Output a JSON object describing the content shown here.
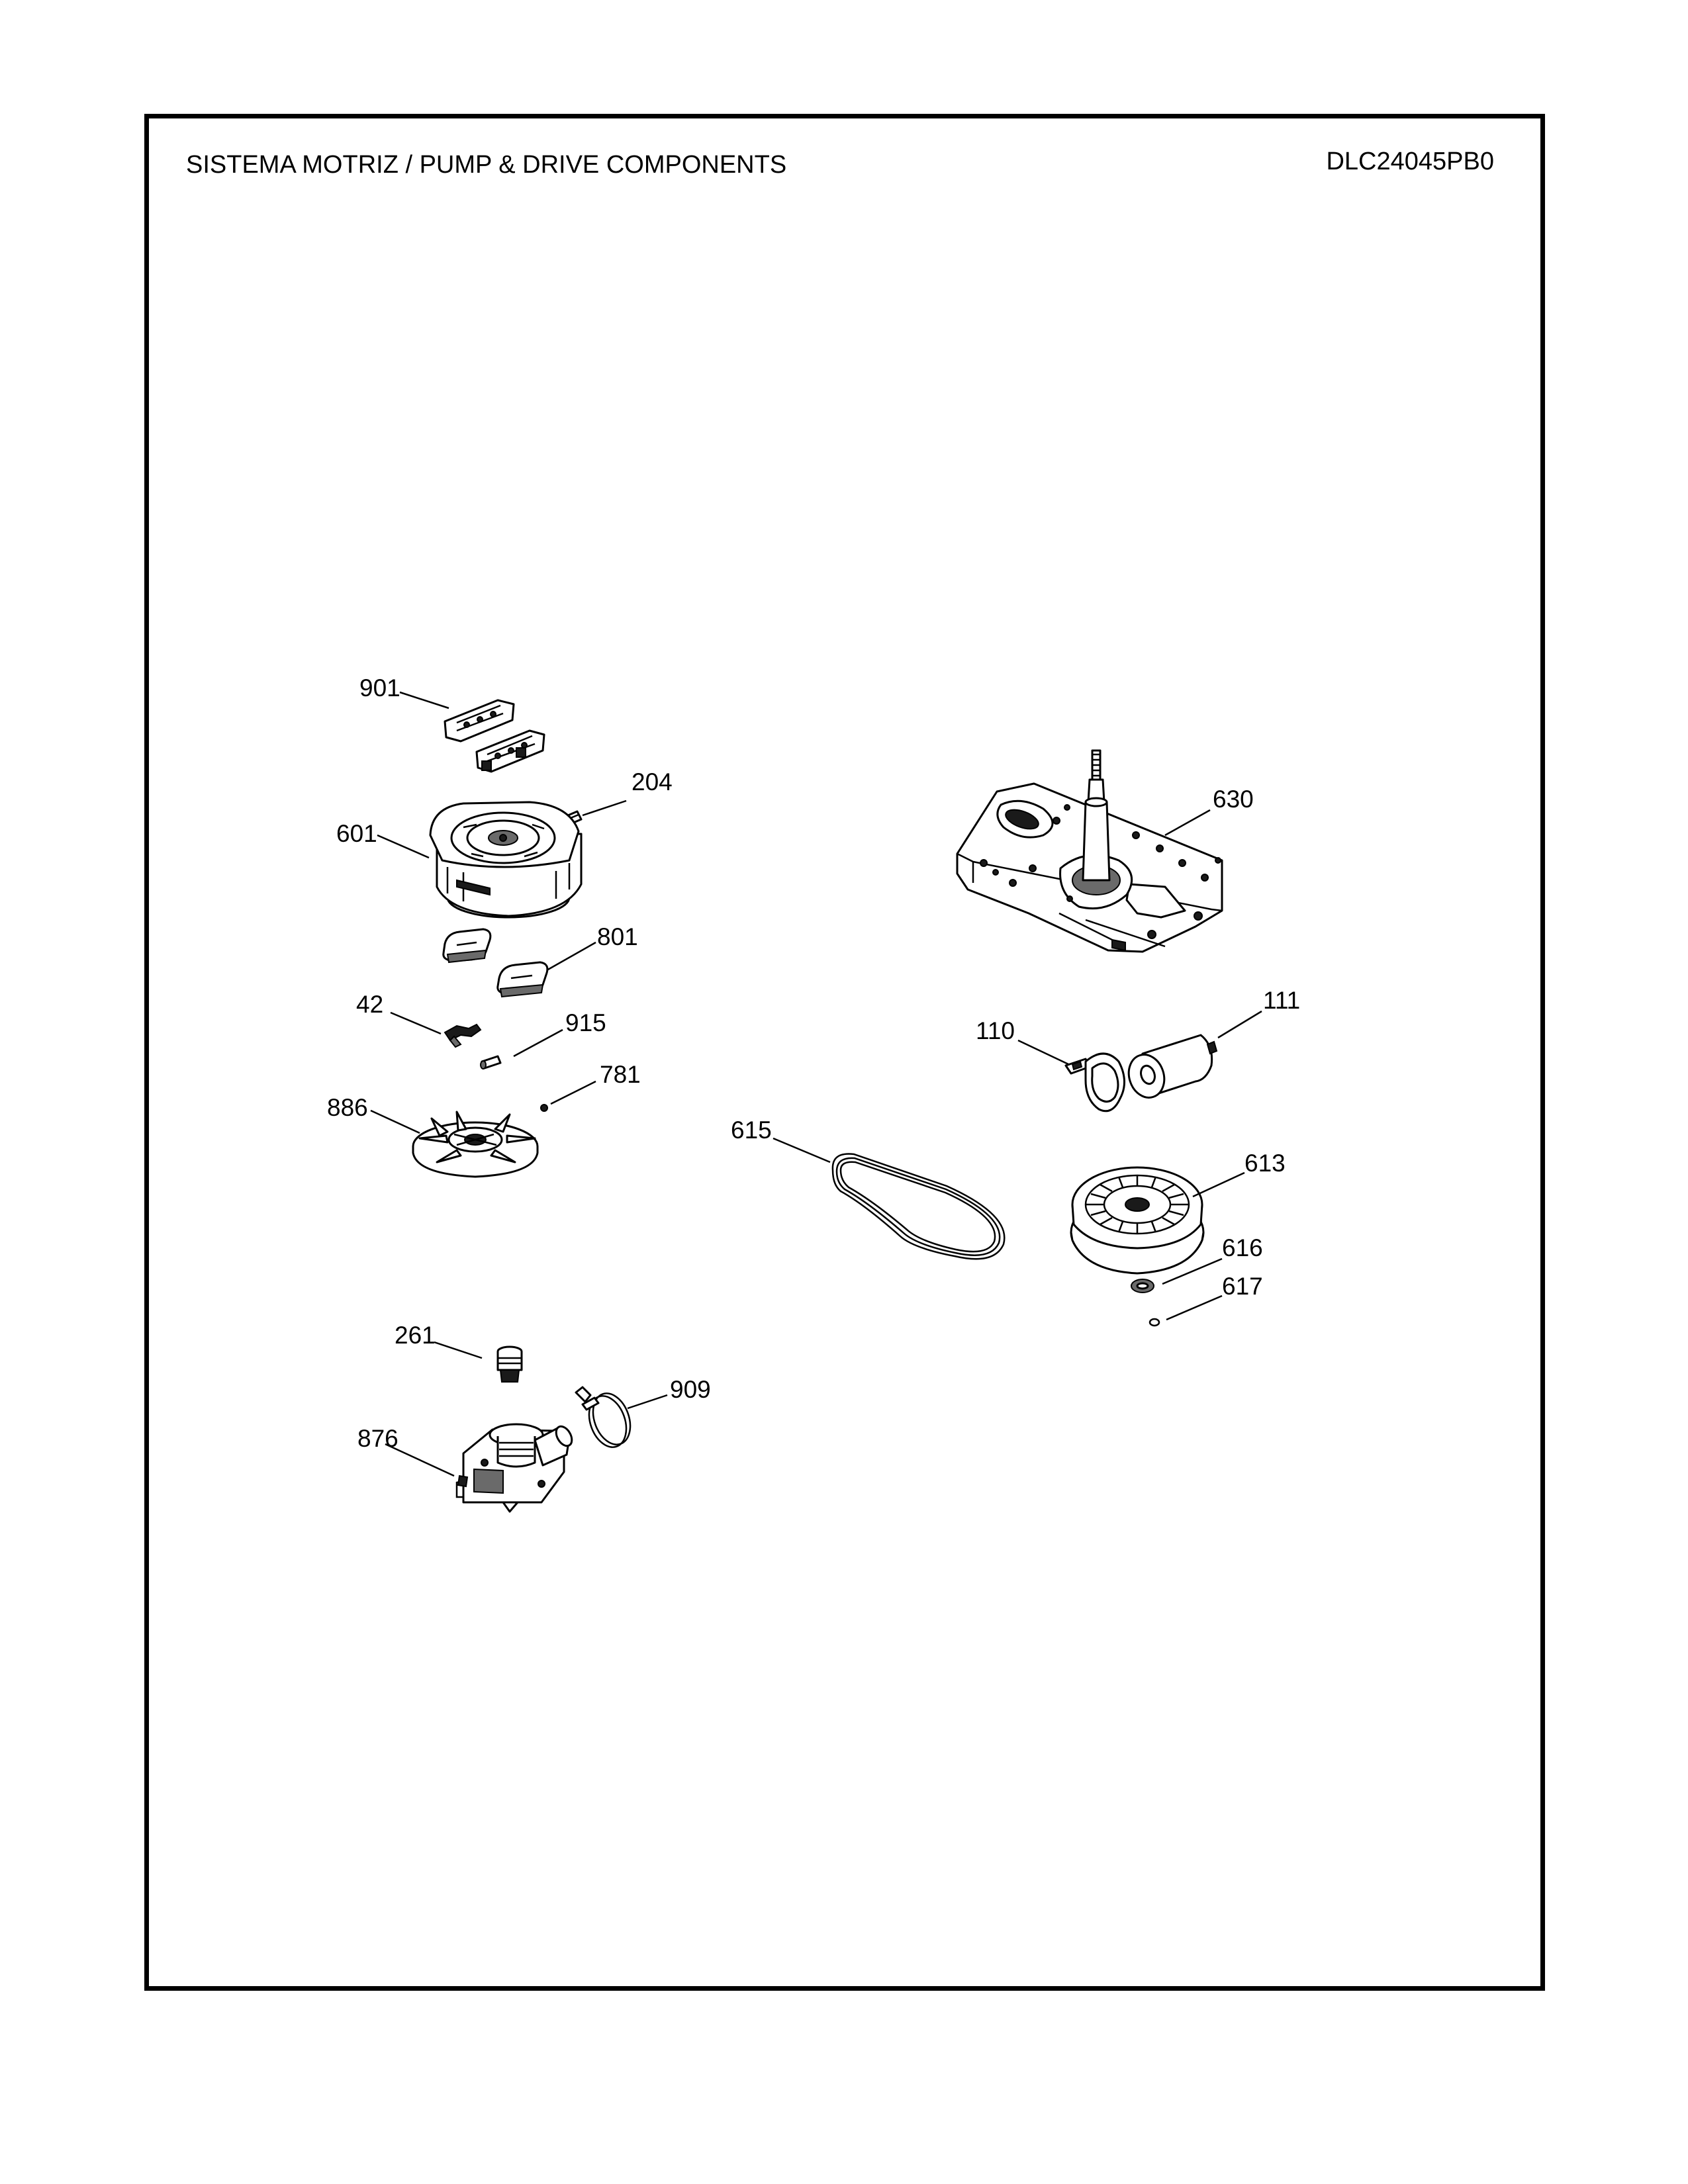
{
  "header": {
    "title": "SISTEMA MOTRIZ / PUMP  &  DRIVE COMPONENTS",
    "model": "DLC24045PB0"
  },
  "callouts": [
    {
      "id": "901",
      "label": "901",
      "part": "motor-cover-pads"
    },
    {
      "id": "204",
      "label": "204",
      "part": "connector"
    },
    {
      "id": "601",
      "label": "601",
      "part": "motor"
    },
    {
      "id": "801",
      "label": "801",
      "part": "motor-mount-pads"
    },
    {
      "id": "42",
      "label": "42",
      "part": "clip"
    },
    {
      "id": "915",
      "label": "915",
      "part": "pin"
    },
    {
      "id": "781",
      "label": "781",
      "part": "nut"
    },
    {
      "id": "886",
      "label": "886",
      "part": "motor-pulley-fan"
    },
    {
      "id": "261",
      "label": "261",
      "part": "pump-plug"
    },
    {
      "id": "876",
      "label": "876",
      "part": "pump"
    },
    {
      "id": "909",
      "label": "909",
      "part": "hose-clamp"
    },
    {
      "id": "630",
      "label": "630",
      "part": "transmission-plate"
    },
    {
      "id": "110",
      "label": "110",
      "part": "capacitor-strap"
    },
    {
      "id": "111",
      "label": "111",
      "part": "capacitor"
    },
    {
      "id": "615",
      "label": "615",
      "part": "drive-belt"
    },
    {
      "id": "613",
      "label": "613",
      "part": "transmission-pulley"
    },
    {
      "id": "616",
      "label": "616",
      "part": "washer"
    },
    {
      "id": "617",
      "label": "617",
      "part": "o-ring"
    }
  ]
}
